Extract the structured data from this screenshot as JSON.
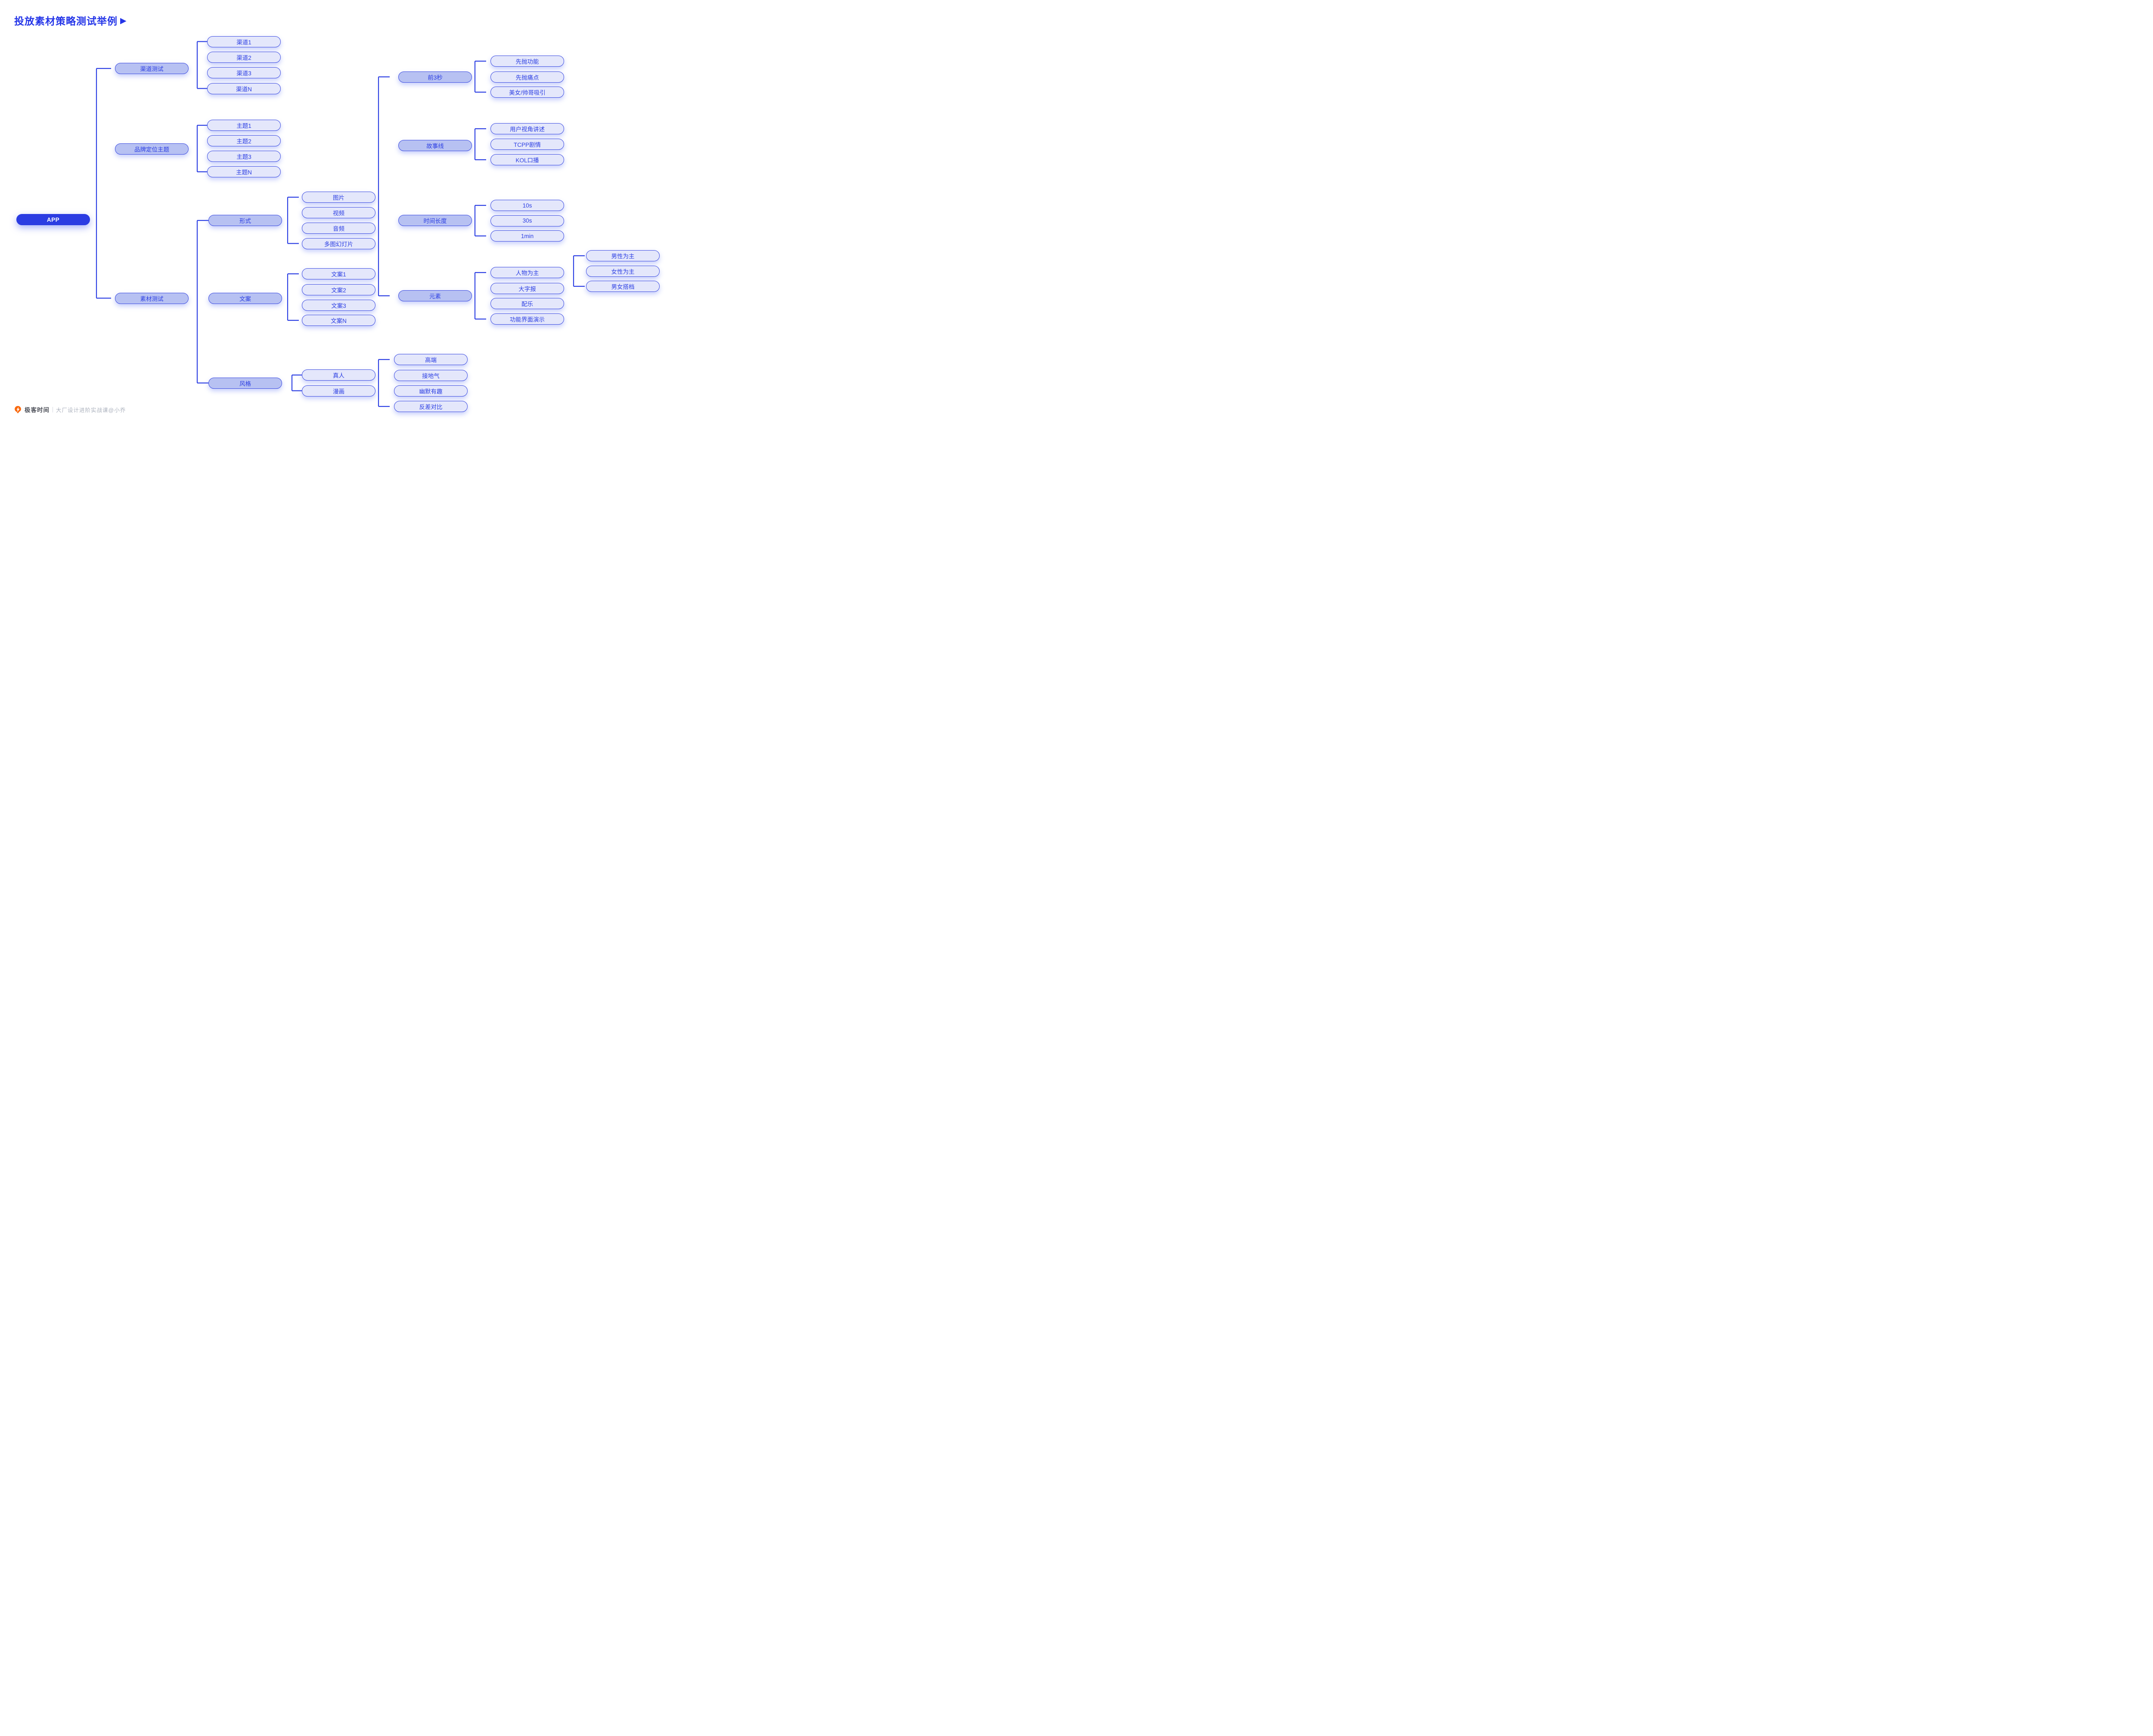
{
  "title": {
    "text": "投放素材策略测试举例",
    "arrow": "▶"
  },
  "colors": {
    "accent": "#2c3fe3",
    "title_blue": "#2435e8",
    "node_border": "#3c4ce1",
    "root_fill": "#2b3ce2",
    "branch_fill": "#b7c1f2",
    "leaf_fill": "#e4e7fb",
    "logo_orange": "#f9690e"
  },
  "footer": {
    "logo_icon": "geektime-pin",
    "brand": "极客时间",
    "divider": "｜",
    "course": "大厂设计进阶实战课@小乔"
  },
  "nodes": [
    {
      "id": "app",
      "label": "APP",
      "type": "root",
      "parent": null
    },
    {
      "id": "qudao",
      "label": "渠道测试",
      "type": "branch",
      "parent": "app"
    },
    {
      "id": "qudao1",
      "label": "渠道1",
      "type": "leaf",
      "parent": "qudao"
    },
    {
      "id": "qudao2",
      "label": "渠道2",
      "type": "leaf",
      "parent": "qudao"
    },
    {
      "id": "qudao3",
      "label": "渠道3",
      "type": "leaf",
      "parent": "qudao"
    },
    {
      "id": "qudaoN",
      "label": "渠道N",
      "type": "leaf",
      "parent": "qudao"
    },
    {
      "id": "pinpai",
      "label": "品牌定位主题",
      "type": "branch",
      "parent": "app"
    },
    {
      "id": "zhuti1",
      "label": "主题1",
      "type": "leaf",
      "parent": "pinpai"
    },
    {
      "id": "zhuti2",
      "label": "主题2",
      "type": "leaf",
      "parent": "pinpai"
    },
    {
      "id": "zhuti3",
      "label": "主题3",
      "type": "leaf",
      "parent": "pinpai"
    },
    {
      "id": "zhutiN",
      "label": "主题N",
      "type": "leaf",
      "parent": "pinpai"
    },
    {
      "id": "sucai",
      "label": "素材测试",
      "type": "branch",
      "parent": "app"
    },
    {
      "id": "xingshi",
      "label": "形式",
      "type": "branch",
      "parent": "sucai"
    },
    {
      "id": "tupian",
      "label": "图片",
      "type": "leaf",
      "parent": "xingshi"
    },
    {
      "id": "shipin",
      "label": "视频",
      "type": "leaf",
      "parent": "xingshi"
    },
    {
      "id": "yinpin",
      "label": "音频",
      "type": "leaf",
      "parent": "xingshi"
    },
    {
      "id": "duotu",
      "label": "多图幻灯片",
      "type": "leaf",
      "parent": "xingshi"
    },
    {
      "id": "wenan",
      "label": "文案",
      "type": "branch",
      "parent": "sucai"
    },
    {
      "id": "wenan1",
      "label": "文案1",
      "type": "leaf",
      "parent": "wenan"
    },
    {
      "id": "wenan2",
      "label": "文案2",
      "type": "leaf",
      "parent": "wenan"
    },
    {
      "id": "wenan3",
      "label": "文案3",
      "type": "leaf",
      "parent": "wenan"
    },
    {
      "id": "wenanN",
      "label": "文案N",
      "type": "leaf",
      "parent": "wenan"
    },
    {
      "id": "fengge",
      "label": "风格",
      "type": "branch",
      "parent": "sucai"
    },
    {
      "id": "zhenren",
      "label": "真人",
      "type": "leaf",
      "parent": "fengge"
    },
    {
      "id": "manhua",
      "label": "漫画",
      "type": "leaf",
      "parent": "fengge"
    },
    {
      "id": "qian3",
      "label": "前3秒",
      "type": "branch",
      "parent": "shipin"
    },
    {
      "id": "xianpao-gongneng",
      "label": "先抛功能",
      "type": "leaf",
      "parent": "qian3"
    },
    {
      "id": "xianpao-tongdian",
      "label": "先抛痛点",
      "type": "leaf",
      "parent": "qian3"
    },
    {
      "id": "meinv-shuaige",
      "label": "美女/帅哥吸引",
      "type": "leaf",
      "parent": "qian3"
    },
    {
      "id": "gushixian",
      "label": "故事线",
      "type": "branch",
      "parent": "shipin"
    },
    {
      "id": "yonghu-shijiao",
      "label": "用户视角讲述",
      "type": "leaf",
      "parent": "gushixian"
    },
    {
      "id": "tcpp",
      "label": "TCPP剧情",
      "type": "leaf",
      "parent": "gushixian"
    },
    {
      "id": "kol",
      "label": "KOL口播",
      "type": "leaf",
      "parent": "gushixian"
    },
    {
      "id": "shichang",
      "label": "时间长度",
      "type": "branch",
      "parent": "shipin"
    },
    {
      "id": "s10",
      "label": "10s",
      "type": "leaf",
      "parent": "shichang"
    },
    {
      "id": "s30",
      "label": "30s",
      "type": "leaf",
      "parent": "shichang"
    },
    {
      "id": "m1",
      "label": "1min",
      "type": "leaf",
      "parent": "shichang"
    },
    {
      "id": "yuansu",
      "label": "元素",
      "type": "branch",
      "parent": "shipin"
    },
    {
      "id": "renwu",
      "label": "人物为主",
      "type": "leaf",
      "parent": "yuansu"
    },
    {
      "id": "dazibao",
      "label": "大字报",
      "type": "leaf",
      "parent": "yuansu"
    },
    {
      "id": "peiyue",
      "label": "配乐",
      "type": "leaf",
      "parent": "yuansu"
    },
    {
      "id": "gongneng-jiemian",
      "label": "功能界面演示",
      "type": "leaf",
      "parent": "yuansu"
    },
    {
      "id": "nanxing",
      "label": "男性为主",
      "type": "leaf",
      "parent": "renwu"
    },
    {
      "id": "nvxing",
      "label": "女性为主",
      "type": "leaf",
      "parent": "renwu"
    },
    {
      "id": "nannv",
      "label": "男女搭档",
      "type": "leaf",
      "parent": "renwu"
    },
    {
      "id": "gaoduan",
      "label": "高端",
      "type": "leaf",
      "parent": "fengge"
    },
    {
      "id": "jiediqi",
      "label": "接地气",
      "type": "leaf",
      "parent": "fengge"
    },
    {
      "id": "youmo",
      "label": "幽默有趣",
      "type": "leaf",
      "parent": "fengge"
    },
    {
      "id": "fancha",
      "label": "反差对比",
      "type": "leaf",
      "parent": "fengge"
    }
  ]
}
